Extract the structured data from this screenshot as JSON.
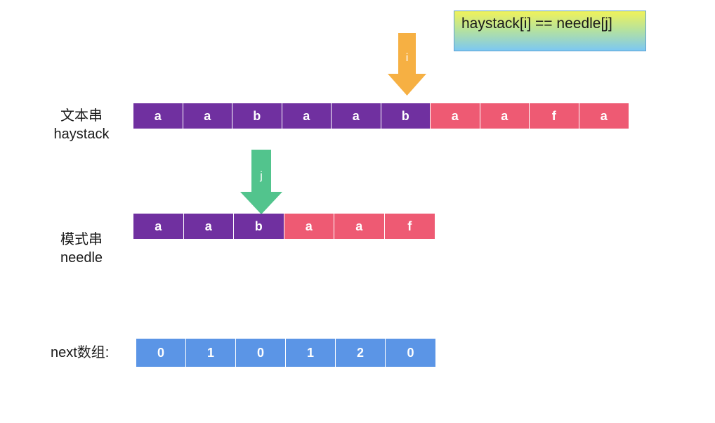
{
  "condition": "haystack[i] == needle[j]",
  "haystack": {
    "label_cn": "文本串",
    "label_en": "haystack",
    "chars": [
      "a",
      "a",
      "b",
      "a",
      "a",
      "b",
      "a",
      "a",
      "f",
      "a"
    ]
  },
  "needle": {
    "label_cn": "模式串",
    "label_en": "needle",
    "chars": [
      "a",
      "a",
      "b",
      "a",
      "a",
      "f"
    ]
  },
  "next": {
    "label": "next数组:",
    "values": [
      "0",
      "1",
      "0",
      "1",
      "2",
      "0"
    ]
  },
  "pointer_i": {
    "label": "i",
    "color": "#f6b043",
    "index": 5
  },
  "pointer_j": {
    "label": "j",
    "color": "#52c48d",
    "index": 2
  },
  "colors": {
    "matched": "#7030a0",
    "unmatched": "#ee5a73",
    "next_cell": "#5b95e6"
  },
  "matched_haystack_count": 6,
  "matched_needle_count": 3
}
